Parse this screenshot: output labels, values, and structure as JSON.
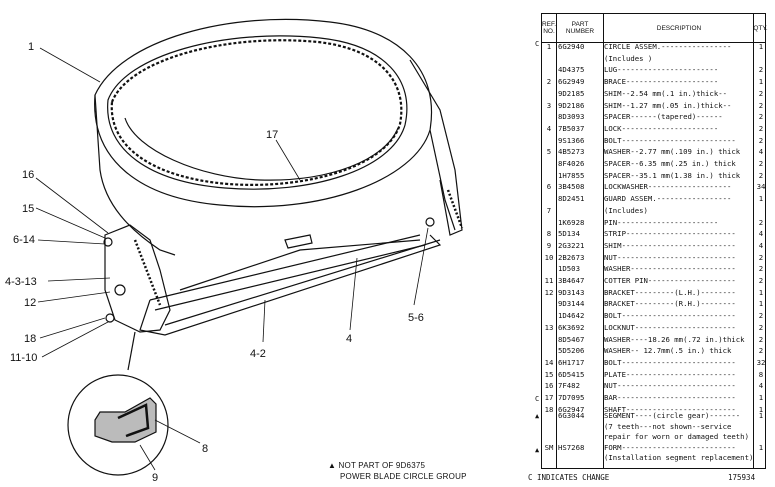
{
  "callouts": {
    "c1": "1",
    "c17": "17",
    "c16": "16",
    "c15": "15",
    "c6_14": "6-14",
    "c4_3_13": "4-3-13",
    "c12": "12",
    "c18": "18",
    "c11_10": "11-10",
    "c4_2": "4-2",
    "c4": "4",
    "c5_6": "5-6",
    "c8": "8",
    "c9": "9"
  },
  "caption": {
    "note": "▲ NOT PART OF 9D6375",
    "title": "POWER BLADE CIRCLE GROUP"
  },
  "table": {
    "headers": {
      "ref": "REF. NO.",
      "part": "PART NUMBER",
      "desc": "DESCRIPTION",
      "qty": "QTY."
    },
    "rows": [
      {
        "ref": "1",
        "part": "6G2940",
        "desc": "CIRCLE ASSEM.----------------",
        "qty": "1"
      },
      {
        "ref": "",
        "part": "",
        "desc": "    (Includes )",
        "qty": ""
      },
      {
        "ref": "",
        "part": "4D4375",
        "desc": "    LUG-----------------------",
        "qty": "2"
      },
      {
        "ref": "2",
        "part": "6G2949",
        "desc": "    BRACE---------------------",
        "qty": "1"
      },
      {
        "ref": "",
        "part": "9D2185",
        "desc": "    SHIM--2.54 mm(.1 in.)thick--",
        "qty": "2"
      },
      {
        "ref": "3",
        "part": "9D2186",
        "desc": "    SHIM--1.27 mm(.05 in.)thick--",
        "qty": "2"
      },
      {
        "ref": "",
        "part": "8D3093",
        "desc": "    SPACER------(tapered)------",
        "qty": "2"
      },
      {
        "ref": "4",
        "part": "7B5037",
        "desc": "    LOCK----------------------",
        "qty": "2"
      },
      {
        "ref": "",
        "part": "9S1366",
        "desc": "BOLT--------------------------",
        "qty": "2"
      },
      {
        "ref": "5",
        "part": "4B5273",
        "desc": "WASHER--2.77 mm(.109 in.) thick",
        "qty": "4"
      },
      {
        "ref": "",
        "part": "8F4026",
        "desc": "SPACER--6.35 mm(.25 in.) thick",
        "qty": "2"
      },
      {
        "ref": "",
        "part": "1H7855",
        "desc": "SPACER--35.1 mm(1.38 in.) thick",
        "qty": "2"
      },
      {
        "ref": "6",
        "part": "3B4508",
        "desc": "LOCKWASHER-------------------",
        "qty": "34"
      },
      {
        "ref": "",
        "part": "8D2451",
        "desc": "GUARD ASSEM.-----------------",
        "qty": "1"
      },
      {
        "ref": "7",
        "part": "",
        "desc": "    (Includes)",
        "qty": ""
      },
      {
        "ref": "",
        "part": "1K6928",
        "desc": "    PIN-----------------------",
        "qty": "2"
      },
      {
        "ref": "8",
        "part": "5D134",
        "desc": "STRIP-------------------------",
        "qty": "4"
      },
      {
        "ref": "9",
        "part": "2G3221",
        "desc": "SHIM--------------------------",
        "qty": "4"
      },
      {
        "ref": "10",
        "part": "2B2673",
        "desc": "NUT---------------------------",
        "qty": "2"
      },
      {
        "ref": "",
        "part": "1D503",
        "desc": "WASHER------------------------",
        "qty": "2"
      },
      {
        "ref": "11",
        "part": "3B4647",
        "desc": "COTTER PIN--------------------",
        "qty": "2"
      },
      {
        "ref": "12",
        "part": "9D3143",
        "desc": "BRACKET---------(L.H.)--------",
        "qty": "1"
      },
      {
        "ref": "",
        "part": "9D3144",
        "desc": "BRACKET---------(R.H.)--------",
        "qty": "1"
      },
      {
        "ref": "",
        "part": "1D4642",
        "desc": "BOLT--------------------------",
        "qty": "2"
      },
      {
        "ref": "13",
        "part": "6K3692",
        "desc": "LOCKNUT-----------------------",
        "qty": "2"
      },
      {
        "ref": "",
        "part": "8D5467",
        "desc": "WASHER----18.26 mm(.72 in.)thick",
        "qty": "2"
      },
      {
        "ref": "",
        "part": "5D5206",
        "desc": "WASHER-- 12.7mm(.5 in.) thick",
        "qty": "2"
      },
      {
        "ref": "14",
        "part": "6H1717",
        "desc": "BOLT--------------------------",
        "qty": "32"
      },
      {
        "ref": "15",
        "part": "6D5415",
        "desc": "PLATE-------------------------",
        "qty": "8"
      },
      {
        "ref": "16",
        "part": "7F482",
        "desc": "NUT---------------------------",
        "qty": "4"
      },
      {
        "ref": "17",
        "part": "7D7095",
        "desc": "BAR---------------------------",
        "qty": "1"
      },
      {
        "ref": "18",
        "part": "6G2947",
        "desc": "SHAFT-------------------------",
        "qty": "1"
      }
    ],
    "rows2": [
      {
        "ref": "",
        "part": "6G3044",
        "desc": "SEGMENT----(circle gear)-------",
        "qty": "1"
      },
      {
        "ref": "",
        "part": "",
        "desc": "(7 teeth---not shown--service",
        "qty": ""
      },
      {
        "ref": "",
        "part": "",
        "desc": "repair for worn or damaged teeth)",
        "qty": ""
      },
      {
        "ref": "SM",
        "part": "HS7268",
        "desc": "FORM--------------------------",
        "qty": "1"
      },
      {
        "ref": "",
        "part": "",
        "desc": "(Installation segment replacement)",
        "qty": ""
      }
    ],
    "marks": {
      "c1": "C",
      "c18": "C",
      "tri1": "▲",
      "tri2": "▲"
    },
    "footer": {
      "change": "C INDICATES CHANGE",
      "number": "175934"
    }
  }
}
